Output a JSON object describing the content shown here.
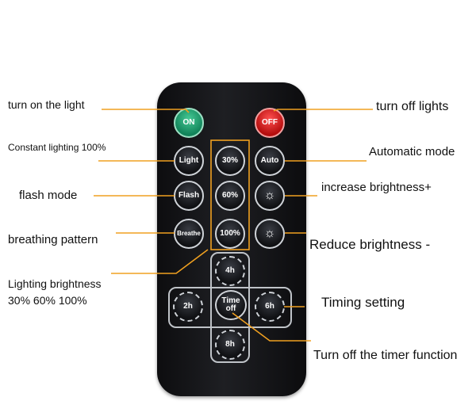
{
  "buttons": {
    "on": "ON",
    "off": "OFF",
    "light": "Light",
    "p30": "30%",
    "auto": "Auto",
    "flash": "Flash",
    "p60": "60%",
    "breathe": "Breathe",
    "p100": "100%",
    "h4": "4h",
    "h2": "2h",
    "time_off": "Time off",
    "h6": "6h",
    "h8": "8h"
  },
  "labels": {
    "turn_on": "turn on the light",
    "constant": "Constant lighting 100%",
    "flash": "flash mode",
    "breathing": "breathing pattern",
    "brightness_line1": "Lighting brightness",
    "brightness_line2": "30% 60% 100%",
    "turn_off": "turn off lights",
    "automatic": "Automatic mode",
    "increase": "increase brightness+",
    "reduce": "Reduce brightness -",
    "timing": "Timing setting",
    "timer_off": "Turn off the timer function"
  },
  "colors": {
    "leader": "#f0a020",
    "on": "#1a9a68",
    "off": "#d01818"
  }
}
